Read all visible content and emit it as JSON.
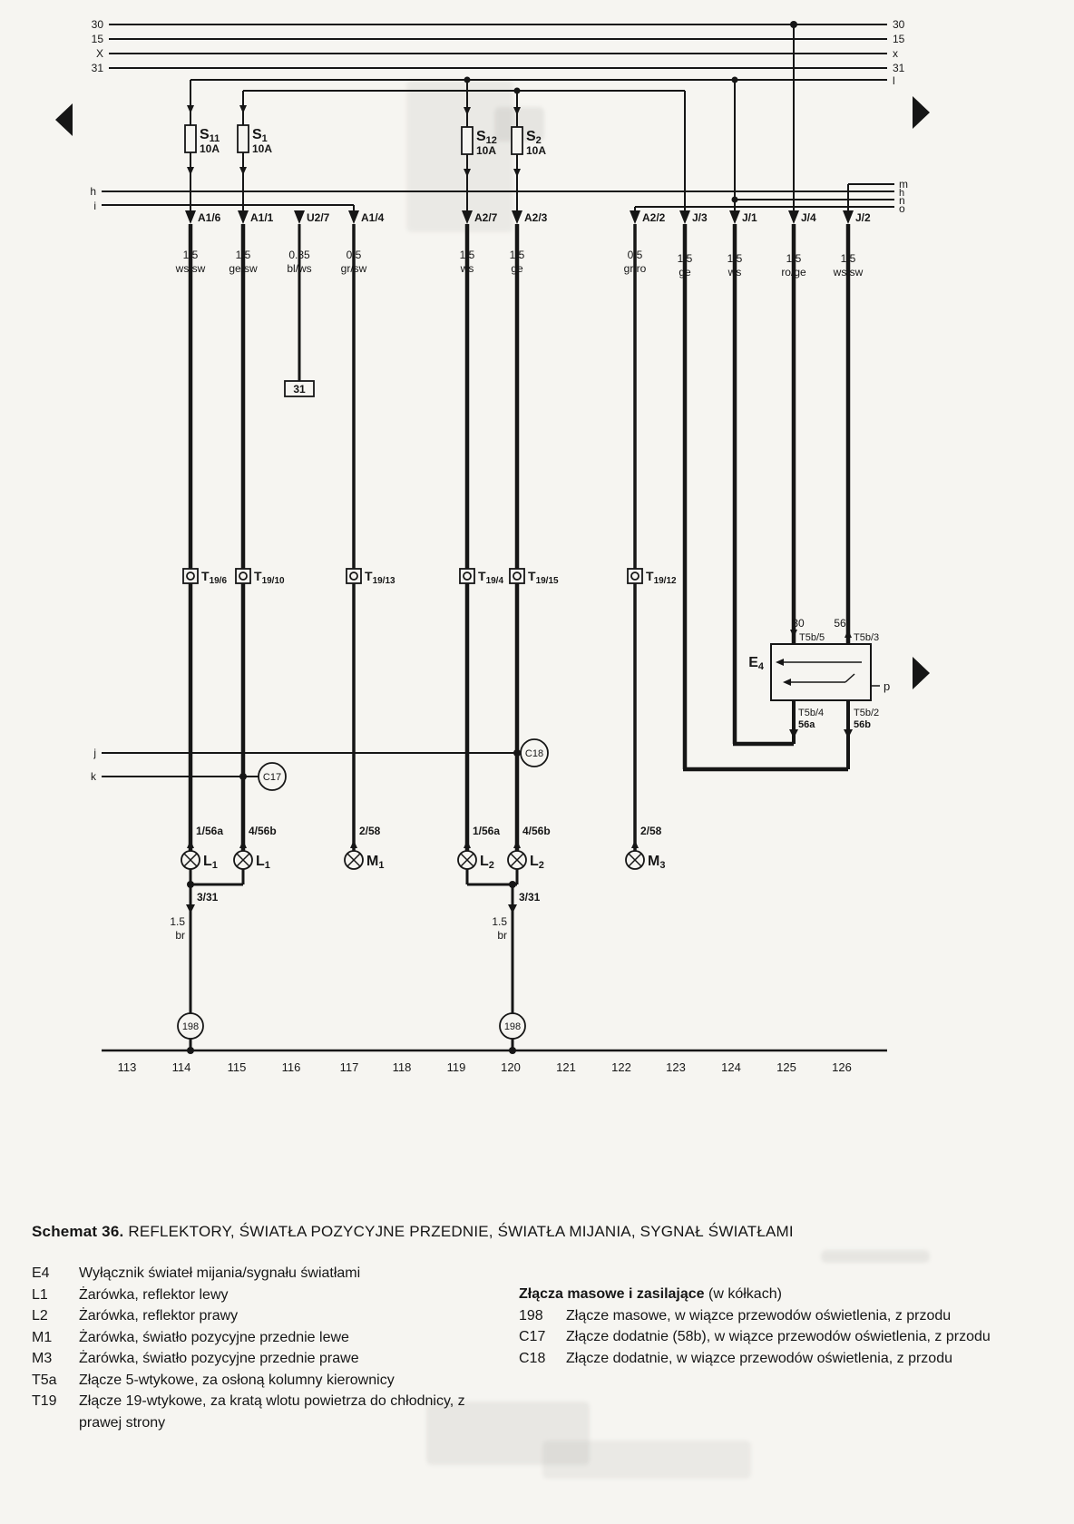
{
  "diagram": {
    "rails_left": [
      "30",
      "15",
      "X",
      "31"
    ],
    "rails_right": [
      "30",
      "15",
      "x",
      "31",
      "l"
    ],
    "edge_left": {
      "h": "h",
      "i": "i",
      "j": "j",
      "k": "k"
    },
    "edge_right": {
      "m": "m",
      "h": "h",
      "n": "n",
      "o": "o"
    },
    "fuses": [
      {
        "t": "S",
        "sub": "11",
        "rating": "10A"
      },
      {
        "t": "S",
        "sub": "1",
        "rating": "10A"
      },
      {
        "t": "S",
        "sub": "12",
        "rating": "10A"
      },
      {
        "t": "S",
        "sub": "2",
        "rating": "10A"
      }
    ],
    "connectors": [
      "A1/6",
      "A1/1",
      "U2/7",
      "A1/4",
      "A2/7",
      "A2/3",
      "A2/2",
      "J/3",
      "J/1",
      "J/4",
      "J/2"
    ],
    "wire_sizes": [
      "1.5",
      "1.5",
      "0.35",
      "0.5",
      "1.5",
      "1.5",
      "0.5",
      "1.5",
      "1.5",
      "1.5",
      "1.5"
    ],
    "wire_colors": [
      "ws/sw",
      "ge/sw",
      "bl/ws",
      "gr/sw",
      "ws",
      "ge",
      "gr/ro",
      "ge",
      "ws",
      "ro/ge",
      "ws/sw"
    ],
    "ground_box": "31",
    "t19": [
      {
        "t": "T",
        "sub": "19/6"
      },
      {
        "t": "T",
        "sub": "19/10"
      },
      {
        "t": "T",
        "sub": "19/13"
      },
      {
        "t": "T",
        "sub": "19/4"
      },
      {
        "t": "T",
        "sub": "19/15"
      },
      {
        "t": "T",
        "sub": "19/12"
      }
    ],
    "e4": {
      "t": "E",
      "sub": "4",
      "term_30": "30",
      "term_56": "56",
      "pin_tl": "T5b/5",
      "pin_tr": "T5b/3",
      "pin_bl": "T5b/4",
      "pin_bl_term": "56a",
      "pin_br": "T5b/2",
      "pin_br_term": "56b",
      "p": "p"
    },
    "c17": "C17",
    "c18": "C18",
    "bulb_pins": [
      "1/56a",
      "4/56b",
      "2/58",
      "1/56a",
      "4/56b",
      "2/58"
    ],
    "bulbs": [
      {
        "t": "L",
        "sub": "1"
      },
      {
        "t": "L",
        "sub": "1"
      },
      {
        "t": "M",
        "sub": "1"
      },
      {
        "t": "L",
        "sub": "2"
      },
      {
        "t": "L",
        "sub": "2"
      },
      {
        "t": "M",
        "sub": "3"
      }
    ],
    "ground_pin": "3/31",
    "ground_wire_size": "1.5",
    "ground_wire_color": "br",
    "ground_id": "198",
    "tracks": [
      "113",
      "114",
      "115",
      "116",
      "117",
      "118",
      "119",
      "120",
      "121",
      "122",
      "123",
      "124",
      "125",
      "126"
    ]
  },
  "legend": {
    "title_bold": "Schemat 36.",
    "title_rest": " REFLEKTORY, ŚWIATŁA POZYCYJNE PRZEDNIE, ŚWIATŁA MIJANIA, SYGNAŁ ŚWIATŁAMI",
    "left": [
      {
        "key": "E4",
        "text": "Wyłącznik świateł mijania/sygnału światłami"
      },
      {
        "key": "L1",
        "text": "Żarówka, reflektor lewy"
      },
      {
        "key": "L2",
        "text": "Żarówka, reflektor prawy"
      },
      {
        "key": "M1",
        "text": "Żarówka, światło pozycyjne przednie lewe"
      },
      {
        "key": "M3",
        "text": "Żarówka, światło pozycyjne przednie prawe"
      },
      {
        "key": "T5a",
        "text": "Złącze 5-wtykowe, za osłoną kolumny kierownicy"
      },
      {
        "key": "T19",
        "text": "Złącze 19-wtykowe, za kratą wlotu powietrza do chłodnicy, z prawej strony"
      }
    ],
    "right_header_bold": "Złącza masowe i zasilające",
    "right_header_rest": " (w kółkach)",
    "right": [
      {
        "key": "198",
        "text": "Złącze masowe, w wiązce przewodów oświetlenia, z przodu"
      },
      {
        "key": "C17",
        "text": "Złącze dodatnie (58b), w wiązce przewodów oświetlenia, z przodu"
      },
      {
        "key": "C18",
        "text": "Złącze dodatnie, w wiązce przewodów oświetlenia, z przodu"
      }
    ]
  }
}
